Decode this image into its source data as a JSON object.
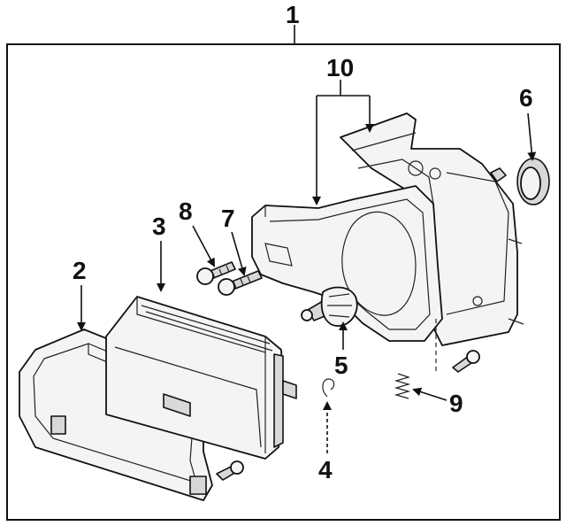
{
  "callouts": {
    "c1": "1",
    "c2": "2",
    "c3": "3",
    "c4": "4",
    "c5": "5",
    "c6": "6",
    "c7": "7",
    "c8": "8",
    "c9": "9",
    "c10": "10"
  },
  "colors": {
    "line": "#111111",
    "fill": "#f4f4f4",
    "shade": "#d8d8d8"
  }
}
